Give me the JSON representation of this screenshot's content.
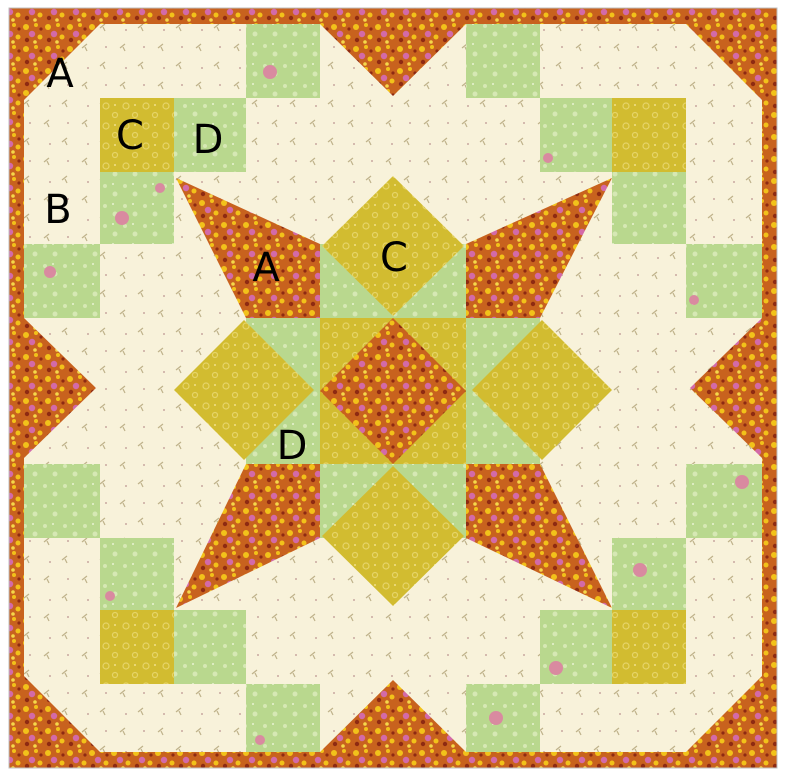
{
  "colors": {
    "floral_red": "#c8621e",
    "floral_red_dark": "#8e2a12",
    "floral_yellow": "#f2c21a",
    "floral_pink": "#d36aa8",
    "cream": "#f8f2da",
    "cream_speck": "#bfb28a",
    "green": "#b9d88e",
    "green_light": "#d6e8b4",
    "gold": "#d2bc30",
    "gold_light": "#e6d468",
    "border": "#bfbfbf"
  },
  "patch_labels": {
    "corner_a": "A",
    "corner_c": "C",
    "corner_d": "D",
    "corner_b": "B",
    "star_a": "A",
    "center_c": "C",
    "center_d": "D"
  }
}
